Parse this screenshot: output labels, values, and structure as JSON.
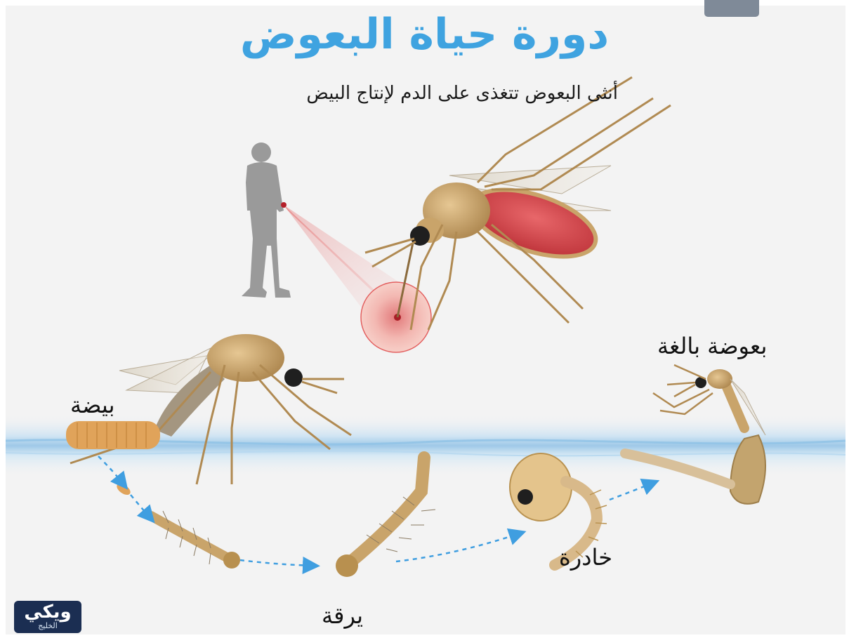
{
  "title": "دورة حياة البعوض",
  "subtitle": "أنثى البعوض تتغذى على الدم لإنتاج البيض",
  "stages": {
    "egg": "بيضة",
    "larva": "يرقة",
    "pupa": "خادرة",
    "adult": "بعوضة بالغة"
  },
  "logo": {
    "main": "ويكي",
    "sub": "الخليج"
  },
  "colors": {
    "title": "#3fa3e0",
    "arrows": "#3f9ee0",
    "water": "#b9d9ef",
    "mosquito_body": "#c9a46a",
    "blood": "#d9444a",
    "logo_bg": "#1b2e52"
  }
}
